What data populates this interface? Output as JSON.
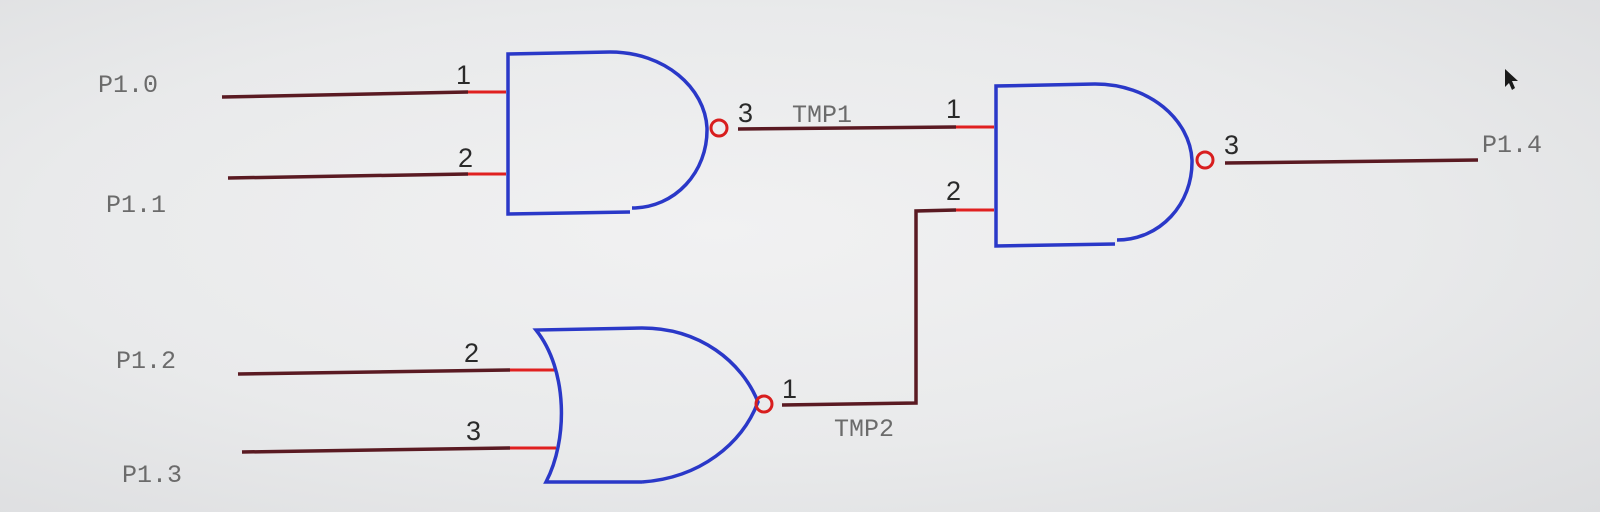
{
  "inputs": {
    "p10": "P1.0",
    "p11": "P1.1",
    "p12": "P1.2",
    "p13": "P1.3"
  },
  "output": {
    "p14": "P1.4"
  },
  "nets": {
    "tmp1": "TMP1",
    "tmp2": "TMP2"
  },
  "gate_top_left": {
    "type": "NAND",
    "pin_in1": "1",
    "pin_in2": "2",
    "pin_out": "3"
  },
  "gate_right": {
    "type": "NAND",
    "pin_in1": "1",
    "pin_in2": "2",
    "pin_out": "3"
  },
  "gate_bottom": {
    "type": "NOR",
    "pin_in1": "2",
    "pin_in2": "3",
    "pin_out": "1"
  },
  "colors": {
    "wire": "#5a1a22",
    "pin_stub": "#e02020",
    "gate_outline": "#2a38c8",
    "bubble": "#d81e1e",
    "label": "#6b6b6b"
  },
  "icons": {
    "cursor": "mouse-pointer-icon"
  }
}
